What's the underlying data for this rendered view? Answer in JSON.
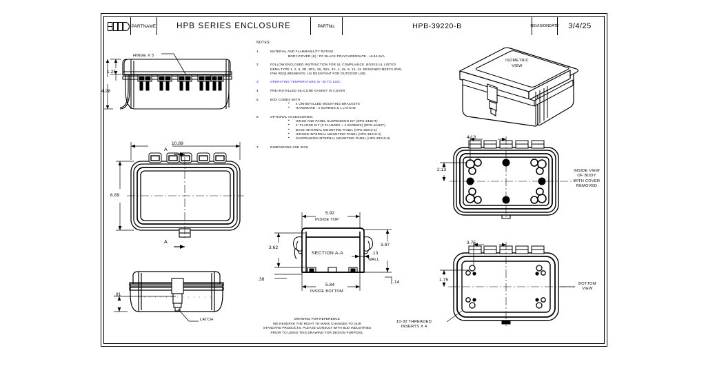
{
  "title_block": {
    "logo": "BUD",
    "part_name_label": "PART\nNAME",
    "part_name": "HPB SERIES ENCLOSURE",
    "part_no_label": "PART\nNo.",
    "part_no": "HPB-39220-B",
    "revision_date_label": "REVISION\nDATE",
    "revision_date": "3/4/25"
  },
  "notes": {
    "header": "NOTES:",
    "items": [
      {
        "num": "1.",
        "lines": [
          "MATERIAL AND FLAMMABILITY RATING."
        ],
        "sub": [
          "BODY/COVER (K) : PC BLACK POLYCARBONATE - UL94-5VA"
        ],
        "bullets": [],
        "color": "#000000"
      },
      {
        "num": "2.",
        "lines": [
          "FOLLOW ENCLOSED INSTRUCTION FOR UL COMPLIANCE. BOXES UL LISTED",
          "NEMA TYPE 1, 2, 3, 3R, 3RX, 3S, 3SX, 3X, 4, 4X, 5, 12, 13. DESIGNED MEETS IP65,",
          "IP66 REQUIREMENTS. UV RESISTANT FOR OUTDOOR USE."
        ],
        "sub": [],
        "bullets": [],
        "color": "#000000"
      },
      {
        "num": "3.",
        "lines": [
          "OPERATING TEMPERATURE IS -35 TO 110C."
        ],
        "sub": [],
        "bullets": [],
        "color": "#2222cc"
      },
      {
        "num": "4.",
        "lines": [
          "PRE-INSTALLED SILICONE GASKET IN COVER"
        ],
        "sub": [],
        "bullets": [],
        "color": "#000000"
      },
      {
        "num": "5.",
        "lines": [
          "BOX COMES WITH"
        ],
        "sub": [],
        "bullets": [
          "4 UNINSTALLED MOUNTING BRACKETS",
          "HARDWARE : 4 SCREWS & 1 LATCHE"
        ],
        "color": "#000000"
      },
      {
        "num": "6.",
        "lines": [
          "OPTIONAL ACCESSORIES:"
        ],
        "sub": [],
        "bullets": [
          "HINGE AND PANEL SUSPENSION KIT (DPS-444KIT)",
          "4\" FLANGE KIT (2 FLANGES + 4 SCREWS) (DPS-424KIT)",
          "BASE INTERNAL MOUNTING PANEL (HPS-30210-1)",
          "HINGED INTERNAL MOUNTING PANEL (HPS-30210-2)",
          "SUSPENSION INTERNAL MOUNTING PANEL (HPS-30210-3)"
        ],
        "color": "#000000"
      },
      {
        "num": "7.",
        "lines": [
          "DIMENSIONS ARE INCH"
        ],
        "sub": [],
        "bullets": [],
        "color": "#000000"
      }
    ]
  },
  "views": {
    "front_hinge": {
      "callout": "HINGE X 5",
      "dim_cover_height": "1.25",
      "dim_overall_height": "4.28"
    },
    "top": {
      "dim_width": "10.89",
      "dim_depth": "6.89",
      "section_mark": "A"
    },
    "rear_latch": {
      "callout": "LATCH",
      "dim_height": ".91"
    },
    "section": {
      "title": "SECTION A-A",
      "dim_inside_top": "5.92",
      "label_inside_top": "INSIDE TOP",
      "dim_inside_bottom": "5.84",
      "label_inside_bottom": "INSIDE BOTTOM",
      "dim_inside_height": "3.62",
      "dim_outside_height": "3.87",
      "dim_wall": ".13",
      "label_wall": "WALL",
      "dim_left_offset": ".38",
      "dim_right_offset": ".14"
    },
    "isometric": {
      "title": "ISOMETRIC\nVIEW"
    },
    "inside_body": {
      "title": "INSIDE VIEW\nOF BODY\nWITH COVER\nREMOVED",
      "dim_x": "4.13",
      "dim_y": "2.13"
    },
    "bottom": {
      "title": "BOTTOM\nVIEW",
      "dim_x": "3.75",
      "dim_y": "1.75",
      "insert_note": "10-32 THREADED\nINSERTS X 4"
    }
  },
  "footer": {
    "lines": [
      "DRAWING FOR REFERENCE",
      "WE RESERVE THE RIGHT TO MAKE CHANGES TO OUR",
      "STANDARD PRODUCTS. PLEASE CONSULT WITH BUD INDUSTRIES",
      "PRIOR TO USING THIS DRAWING FOR DESIGN PURPOSE."
    ]
  }
}
